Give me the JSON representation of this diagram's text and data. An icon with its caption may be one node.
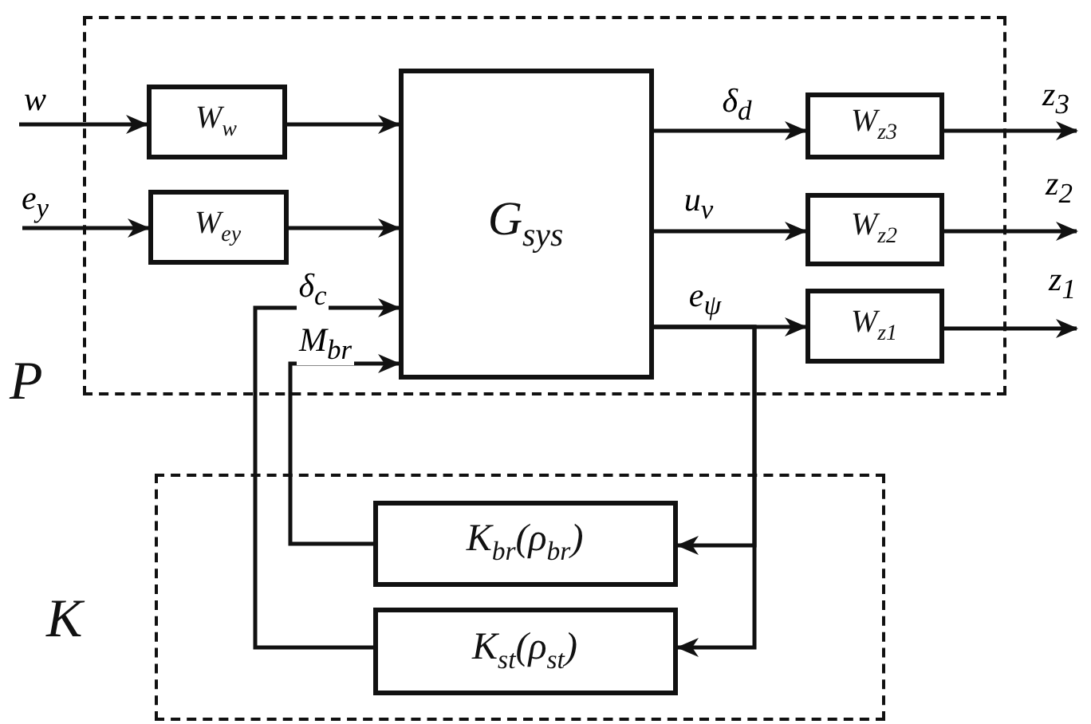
{
  "diagram": {
    "nodes": [
      {
        "text": [
          "P"
        ]
      },
      {
        "text": [
          "K"
        ]
      },
      {
        "text": [
          "W$_{w}$"
        ],
        "in": 0
      },
      {
        "text": [
          "W$_{ey}$"
        ],
        "in": 0
      },
      {
        "text": [
          "G$_{sys}$"
        ],
        "in": 0
      },
      {
        "text": [
          "W$_{z3}$"
        ],
        "in": 0
      },
      {
        "text": [
          "W$_{z2}$"
        ],
        "in": 0
      },
      {
        "text": [
          "W$_{z1}$"
        ],
        "in": 0
      },
      {
        "text": [
          "K$_{br}$(ρ$_{br}$)"
        ],
        "in": 1
      },
      {
        "text": [
          "K$_{st}$(ρ$_{st}$)"
        ],
        "in": 1
      }
    ],
    "edges": [
      {
        "from": null,
        "to": 2,
        "arrow": "to",
        "label": "w"
      },
      {
        "from": null,
        "to": 3,
        "arrow": "to",
        "label": "e$_{y}$"
      },
      {
        "from": 2,
        "to": 4,
        "arrow": "to"
      },
      {
        "from": 3,
        "to": 4,
        "arrow": "to"
      },
      {
        "from": 4,
        "to": 5,
        "arrow": "to",
        "label": "δ$_{d}$"
      },
      {
        "from": 4,
        "to": 6,
        "arrow": "to",
        "label": "u$_{v}$"
      },
      {
        "from": 4,
        "to": 7,
        "arrow": "to",
        "label": "e$_{ψ}$"
      },
      {
        "from": 5,
        "to": null,
        "arrow": "to",
        "label": "z$_{3}$"
      },
      {
        "from": 6,
        "to": null,
        "arrow": "to",
        "label": "z$_{2}$"
      },
      {
        "from": 7,
        "to": null,
        "arrow": "to",
        "label": "z$_{1}$"
      },
      {
        "from": 4,
        "to": 8,
        "arrow": "to"
      },
      {
        "from": 4,
        "to": 9,
        "arrow": "to"
      },
      {
        "from": 8,
        "to": 4,
        "arrow": "to",
        "label": "M$_{br}$"
      },
      {
        "from": 9,
        "to": 4,
        "arrow": "to",
        "label": "δ$_{c}$"
      }
    ]
  }
}
